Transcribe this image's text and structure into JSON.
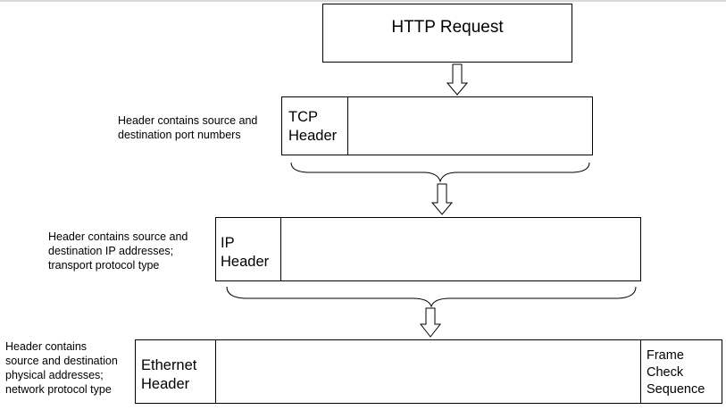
{
  "http_request": {
    "label": "HTTP Request"
  },
  "tcp_layer": {
    "header_label": "TCP\nHeader",
    "note": "Header contains source and\ndestination port numbers"
  },
  "ip_layer": {
    "header_label": "IP\nHeader",
    "note": "Header contains source and\ndestination IP addresses;\ntransport protocol type"
  },
  "ethernet_layer": {
    "header_label": "Ethernet\nHeader",
    "trailer_label": "Frame\nCheck\nSequence",
    "note": "Header contains\nsource and destination\nphysical addresses;\nnetwork  protocol type"
  }
}
